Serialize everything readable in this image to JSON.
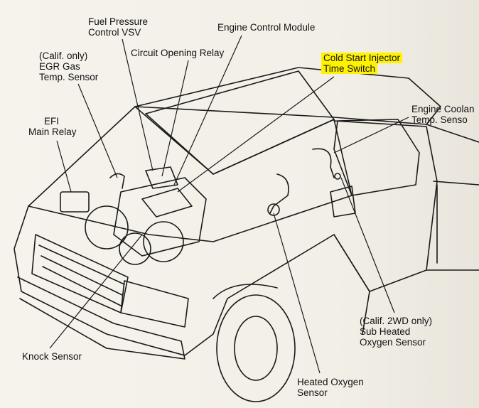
{
  "diagram": {
    "labels": {
      "fuel_pressure_line1": "Fuel Pressure",
      "fuel_pressure_line2": "Control VSV",
      "ecm": "Engine Control Module",
      "egr_line1": "(Calif. only)",
      "egr_line2": "EGR Gas",
      "egr_line3": "Temp. Sensor",
      "circuit_opening_relay": "Circuit Opening Relay",
      "cold_start_line1": "Cold Start Injector",
      "cold_start_line2": "Time Switch",
      "coolant_line1": "Engine Coolan",
      "coolant_line2": "Temp. Senso",
      "efi_line1": "EFI",
      "efi_line2": "Main Relay",
      "sub_o2_line1": "(Calif. 2WD only)",
      "sub_o2_line2": "Sub Heated",
      "sub_o2_line3": "Oxygen Sensor",
      "knock": "Knock Sensor",
      "heated_o2_line1": "Heated Oxygen",
      "heated_o2_line2": "Sensor"
    },
    "highlight_color": "#fff200",
    "line_color": "#1a1a1a"
  }
}
